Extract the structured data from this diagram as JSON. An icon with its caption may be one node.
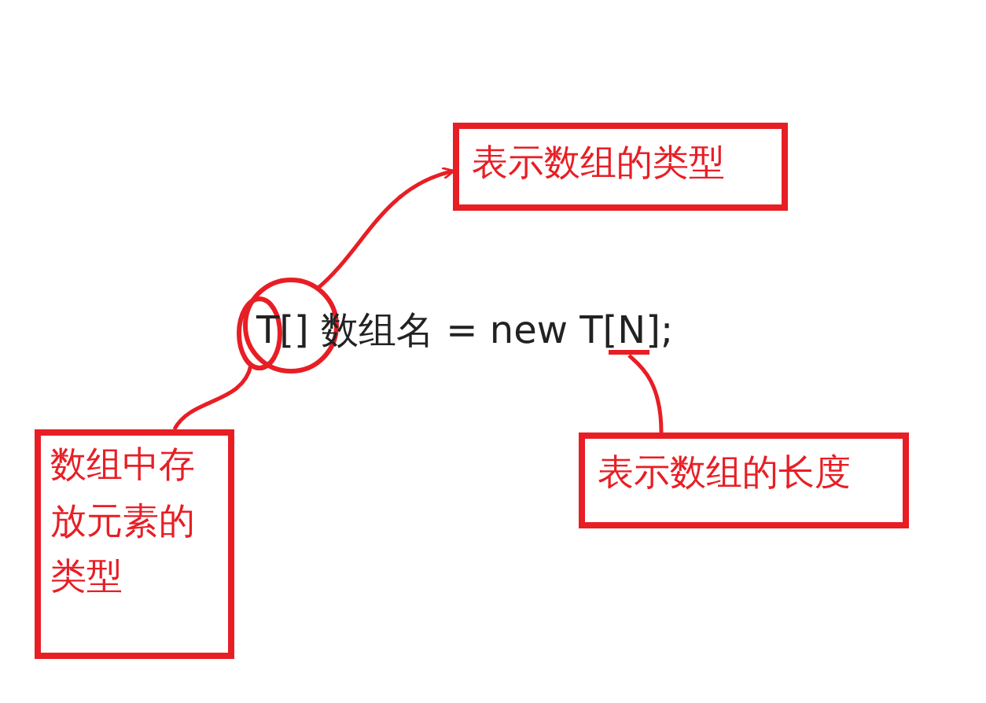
{
  "diagram": {
    "nodes": [
      {
        "text": [
          "表示数组的类型"
        ]
      },
      {
        "text": [],
        "shape": "circle"
      },
      {
        "text": [],
        "shape": "circle"
      },
      {
        "text": [],
        "shape": "bar"
      },
      {
        "text": [
          "数组中存放元素的类型"
        ]
      },
      {
        "text": [
          "表示数组的长度"
        ]
      }
    ],
    "edges": [
      {
        "from": 1,
        "to": 0,
        "arrow": "to"
      },
      {
        "from": 4,
        "to": 2,
        "arrow": "none"
      },
      {
        "from": 5,
        "to": 3,
        "arrow": "none"
      }
    ],
    "labels": [
      "T[] 数组名 = new T[N];"
    ]
  }
}
